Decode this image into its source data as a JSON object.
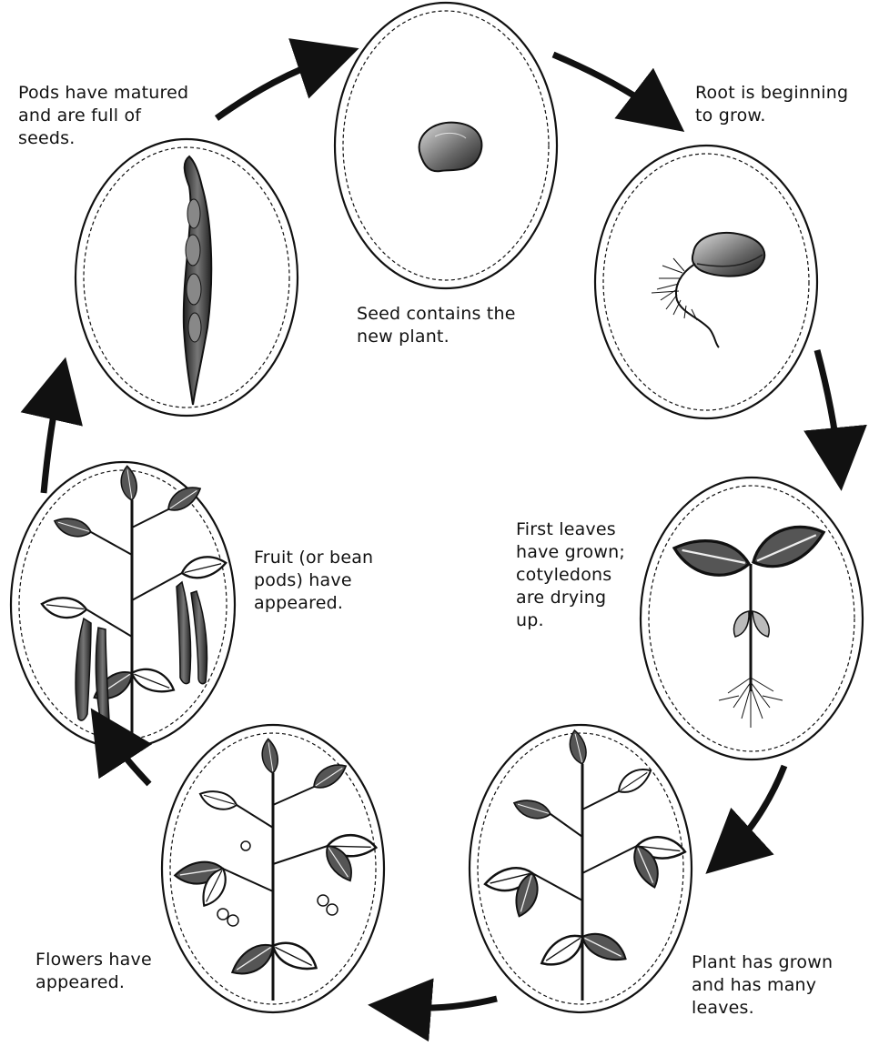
{
  "diagram": {
    "stages": [
      {
        "id": "seed",
        "label": "Seed contains the\nnew plant.",
        "icon": "bean-seed-icon"
      },
      {
        "id": "root",
        "label": "Root is beginning\nto grow.",
        "icon": "germinating-seed-icon"
      },
      {
        "id": "first-leaves",
        "label": "First leaves\nhave grown;\ncotyledons\nare drying\nup.",
        "icon": "seedling-icon"
      },
      {
        "id": "plant-grown",
        "label": "Plant has grown\nand has many\nleaves.",
        "icon": "leafy-plant-icon"
      },
      {
        "id": "flowers",
        "label": "Flowers have\nappeared.",
        "icon": "flowering-plant-icon"
      },
      {
        "id": "fruit",
        "label": "Fruit (or bean\npods) have\nappeared.",
        "icon": "fruiting-plant-icon"
      },
      {
        "id": "pods-matured",
        "label": "Pods have matured\nand are full of\nseeds.",
        "icon": "mature-pod-icon"
      }
    ],
    "colors": {
      "ink": "#111111",
      "paper": "#ffffff"
    }
  }
}
